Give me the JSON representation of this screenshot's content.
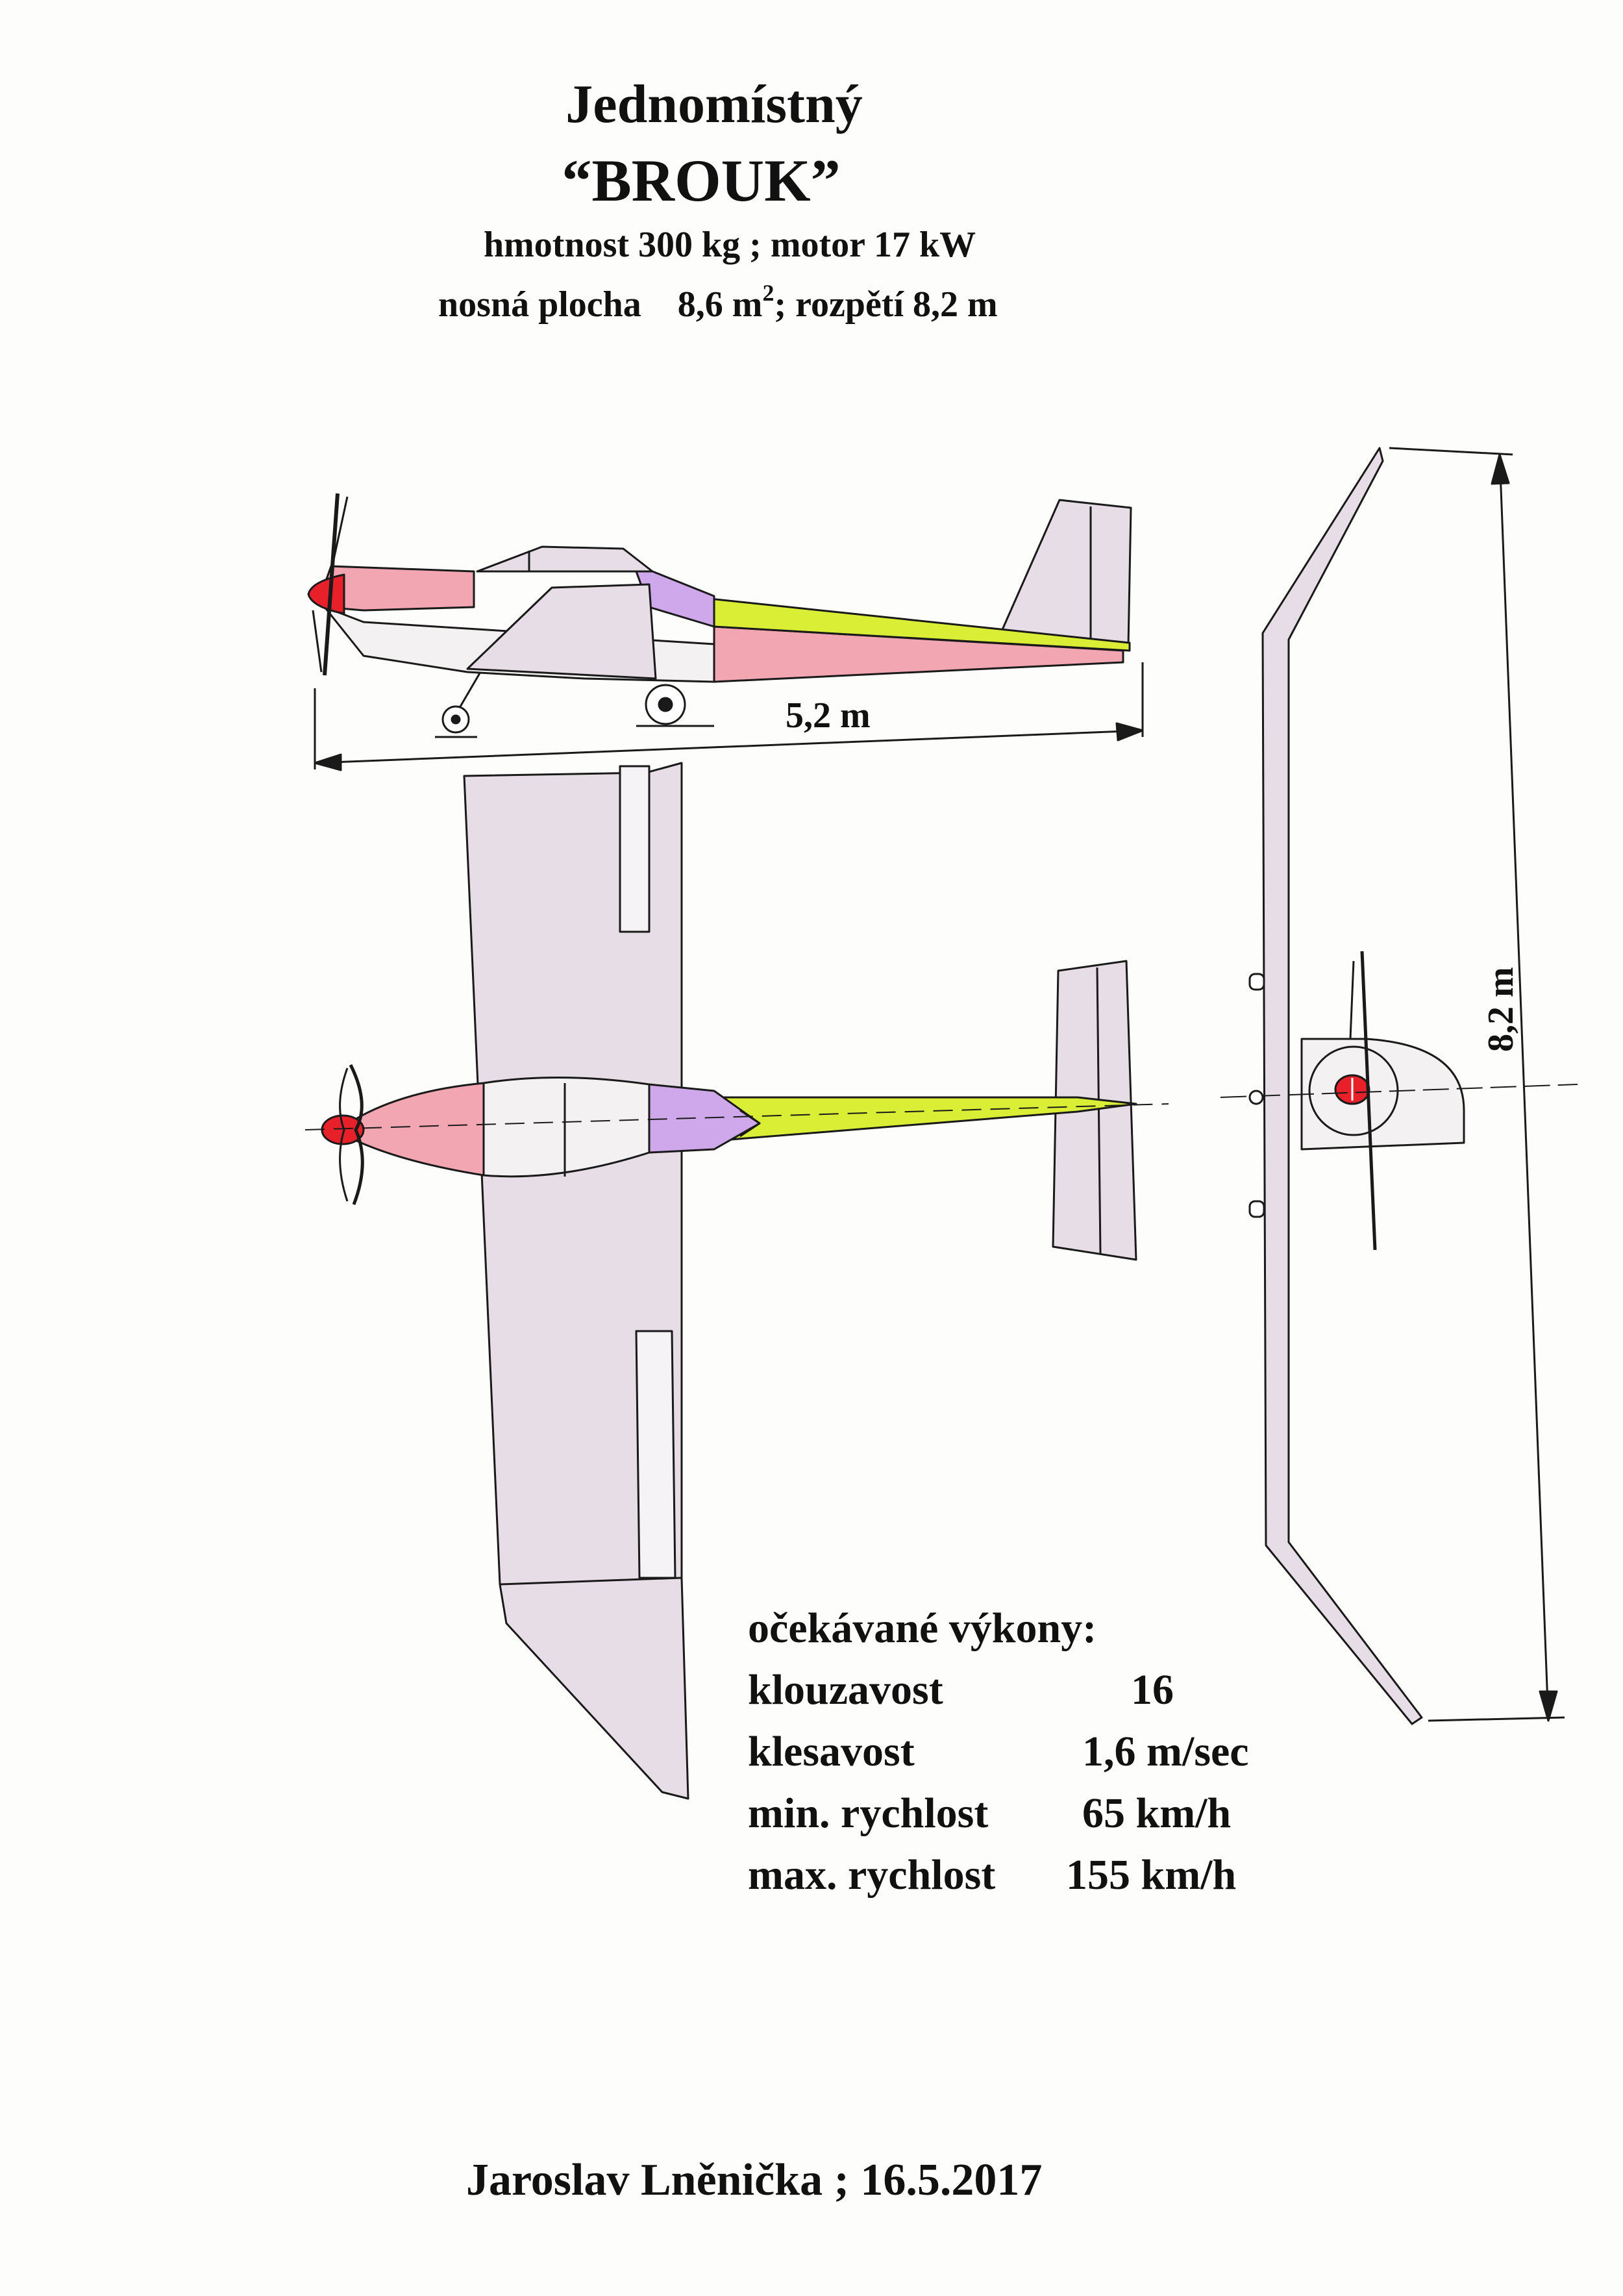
{
  "title": {
    "line1": "Jednomístný",
    "line2": "“BROUK”"
  },
  "specs": {
    "line1": "hmotnost 300 kg  ;  motor  17 kW",
    "line2_area_label": "nosná plocha",
    "line2_area_value": "8,6 m",
    "line2_area_exp": "2",
    "line2_span": ";  rozpětí   8,2 m"
  },
  "dimensions": {
    "length": "5,2 m",
    "span": "8,2 m"
  },
  "performance": {
    "heading": "očekávané výkony:",
    "rows": [
      {
        "label": "klouzavost",
        "value": "16"
      },
      {
        "label": "klesavost",
        "value": "1,6 m/sec"
      },
      {
        "label": "min. rychlost",
        "value": "65 km/h"
      },
      {
        "label": "max. rychlost",
        "value": "155 km/h"
      }
    ]
  },
  "footer": "Jaroslav  Lněnička ; 16.5.2017",
  "colors": {
    "nose": "#e8202a",
    "fuselage_front": "#f2a6b2",
    "canopy": "#cfa8ec",
    "tail_boom": "#d9ee34",
    "wing": "#e7dde6",
    "outline": "#1a1a1a"
  }
}
